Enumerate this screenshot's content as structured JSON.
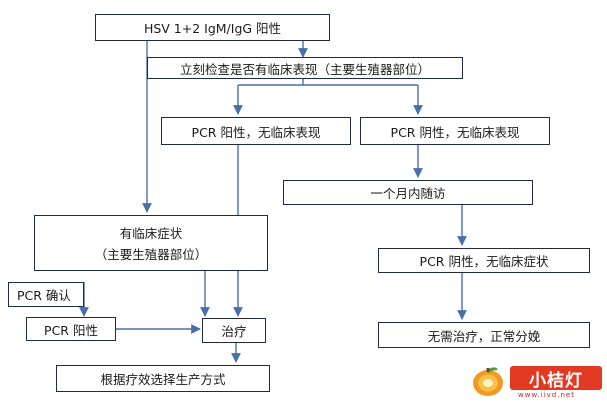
{
  "nodes": {
    "hsv": "HSV 1+2 IgM/IgG 阳性",
    "check": "立刻检查是否有临床表现（主要生殖器部位）",
    "pcr_pos_none": "PCR 阳性，无临床表现",
    "pcr_neg_none": "PCR 阴性，无临床表现",
    "followup": "一个月内随访",
    "clinical_line1": "有临床症状",
    "clinical_line2": "（主要生殖器部位）",
    "pcr_neg_nosymp": "PCR 阴性，无临床症状",
    "pcr_confirm": "PCR 确认",
    "pcr_pos": "PCR 阳性",
    "treat": "治疗",
    "no_treat": "无需治疗，正常分娩",
    "delivery": "根据疗效选择生产方式"
  },
  "watermark": {
    "brand": "小桔灯",
    "url": "www.iivd.net"
  },
  "colors": {
    "border": "#1f2a44",
    "arrow": "#4a6fa8",
    "brand_red": "#e23a22"
  }
}
